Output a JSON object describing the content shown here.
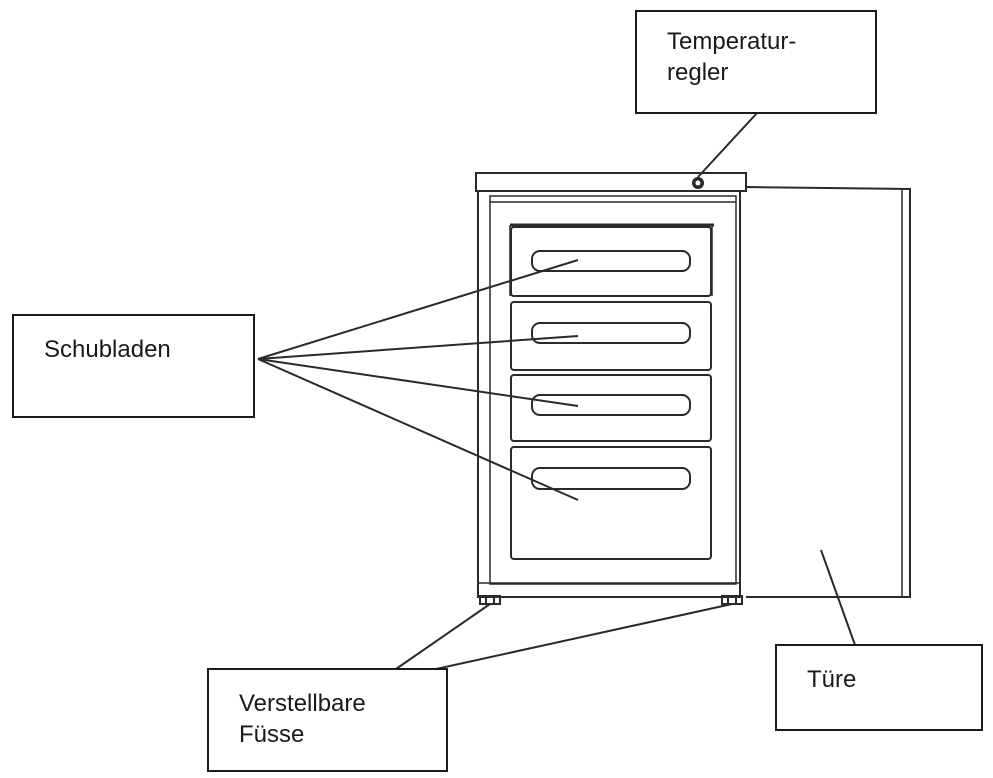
{
  "diagram": {
    "labels": {
      "temperature_control": [
        "Temperatur-",
        "regler"
      ],
      "drawers": [
        "Schubladen"
      ],
      "adjustable_feet": [
        "Verstellbare",
        "Füsse"
      ],
      "door": [
        "Türe"
      ]
    }
  }
}
